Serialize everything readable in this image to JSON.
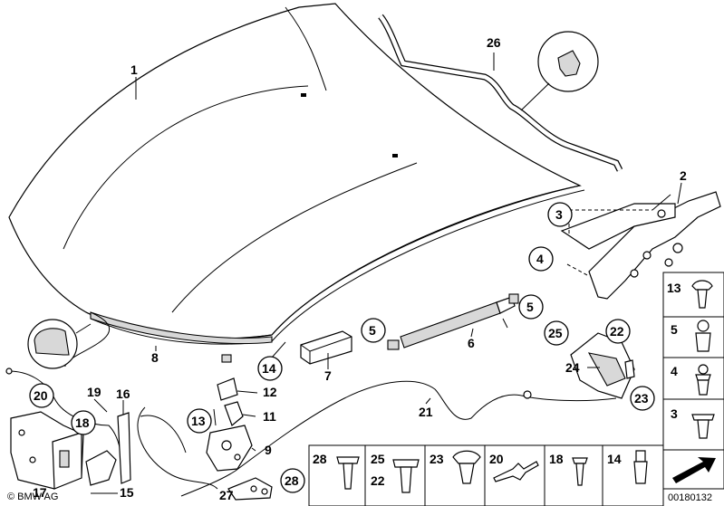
{
  "labels": {
    "n1": "1",
    "n2": "2",
    "n3": "3",
    "n4": "4",
    "n5a": "5",
    "n5b": "5",
    "n6": "6",
    "n7": "7",
    "n8": "8",
    "n9": "9",
    "n11": "11",
    "n12": "12",
    "n13": "13",
    "n14": "14",
    "n15": "15",
    "n16": "16",
    "n17": "17",
    "n18": "18",
    "n19": "19",
    "n20": "20",
    "n21": "21",
    "n22": "22",
    "n23": "23",
    "n24": "24",
    "n25": "25",
    "n26": "26",
    "n27": "27",
    "n28": "28"
  },
  "sidebar": [
    "13",
    "5",
    "4",
    "3"
  ],
  "bottom_row": [
    "28",
    "25",
    "22",
    "23",
    "20",
    "18",
    "14"
  ],
  "copyright": "© BMW AG",
  "diagram_id": "00180132"
}
